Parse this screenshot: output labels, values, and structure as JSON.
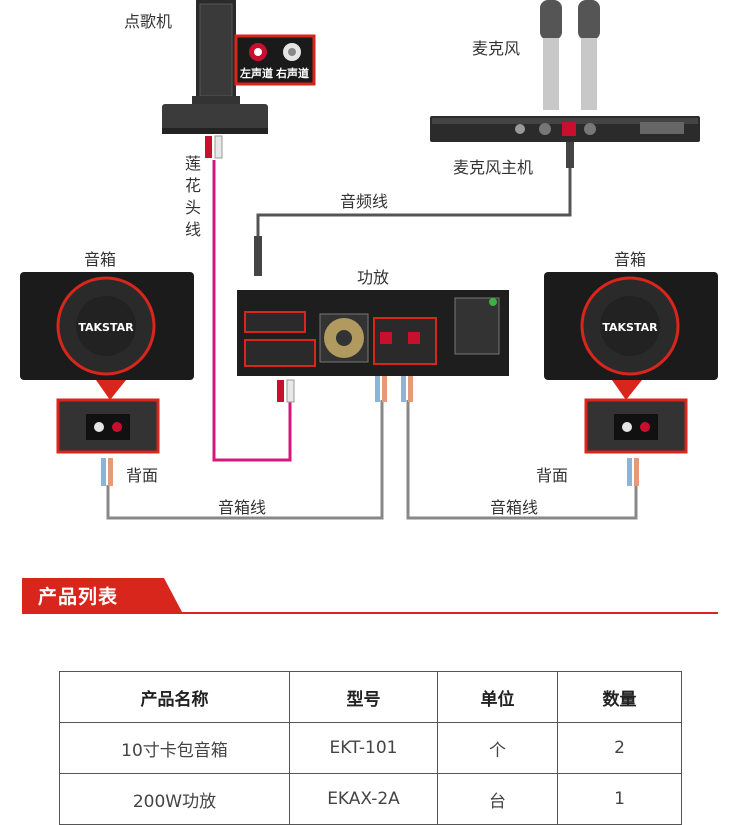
{
  "diagram": {
    "labels": {
      "jukebox": "点歌机",
      "left_channel": "左声道",
      "right_channel": "右声道",
      "mic": "麦克风",
      "mic_host": "麦克风主机",
      "rca_cable_chars": [
        "莲",
        "花",
        "头",
        "线"
      ],
      "audio_cable": "音频线",
      "amplifier": "功放",
      "speaker_left": "音箱",
      "speaker_right": "音箱",
      "back_left": "背面",
      "back_right": "背面",
      "speaker_cable_left": "音箱线",
      "speaker_cable_right": "音箱线",
      "brand": "TAKSTAR"
    },
    "colors": {
      "rca_cable": "#d6187e",
      "cables": "#888888",
      "accent_red": "#d9261c"
    }
  },
  "product_section": {
    "title": "产品列表"
  },
  "product_table": {
    "headers": [
      "产品名称",
      "型号",
      "单位",
      "数量"
    ],
    "rows": [
      [
        "10寸卡包音箱",
        "EKT-101",
        "个",
        "2"
      ],
      [
        "200W功放",
        "EKAX-2A",
        "台",
        "1"
      ]
    ]
  }
}
